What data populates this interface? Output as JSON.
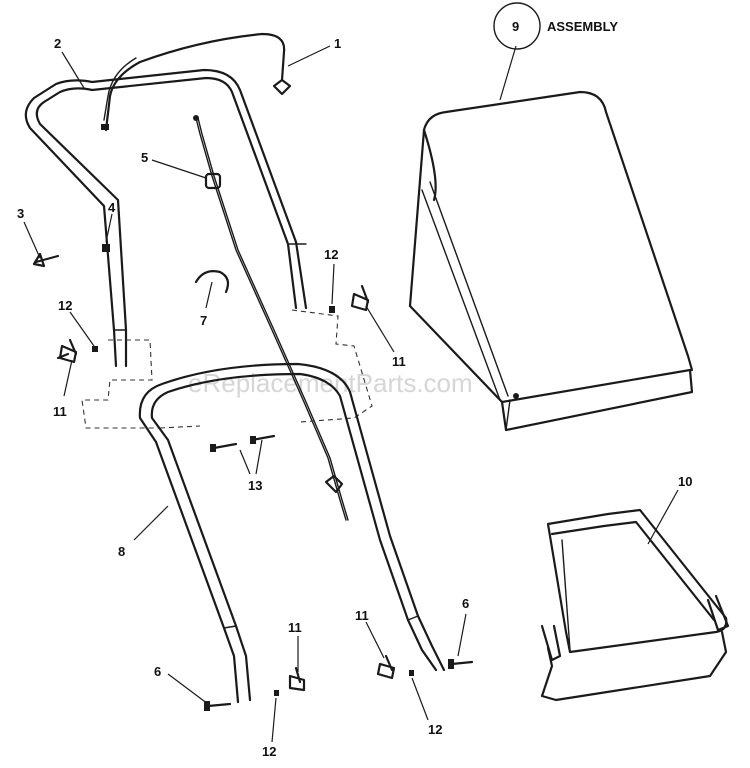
{
  "callouts": {
    "c1": "1",
    "c2": "2",
    "c3": "3",
    "c4": "4",
    "c5": "5",
    "c6a": "6",
    "c6b": "6",
    "c7": "7",
    "c8": "8",
    "c9": "9",
    "c10": "10",
    "c11a": "11",
    "c11b": "11",
    "c11c": "11",
    "c11d": "11",
    "c12a": "12",
    "c12b": "12",
    "c12c": "12",
    "c12d": "12",
    "c13": "13"
  },
  "assembly_label": "ASSEMBLY",
  "watermark": "eReplacementParts.com"
}
